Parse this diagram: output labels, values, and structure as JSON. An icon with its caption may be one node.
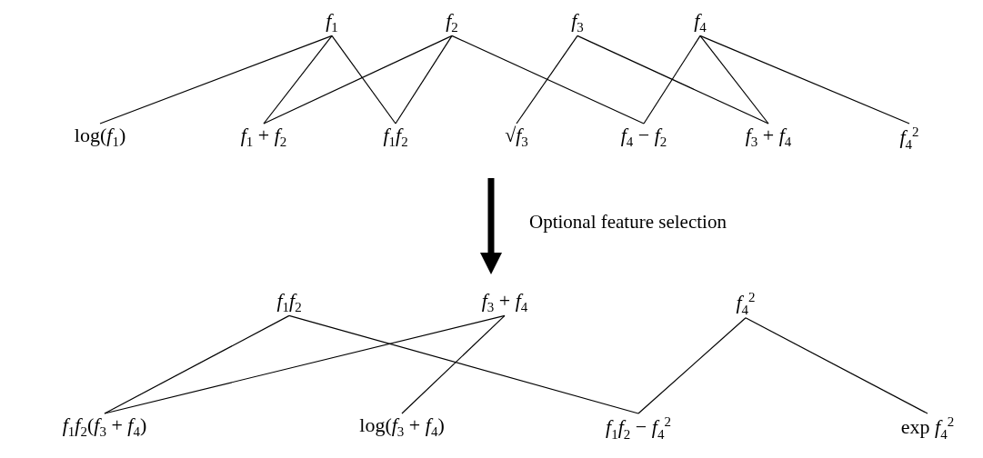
{
  "diagram": {
    "nodes": [
      {
        "text": [
          "*f*$_{1}$"
        ]
      },
      {
        "text": [
          "*f*$_{2}$"
        ]
      },
      {
        "text": [
          "*f*$_{3}$"
        ]
      },
      {
        "text": [
          "*f*$_{4}$"
        ]
      },
      {
        "text": [
          "log(*f*$_{1}$)"
        ]
      },
      {
        "text": [
          "*f*$_{1}$ + *f*$_{2}$"
        ]
      },
      {
        "text": [
          "*f*$_{1}$*f*$_{2}$"
        ]
      },
      {
        "text": [
          "√*f*$_{3}$"
        ]
      },
      {
        "text": [
          "*f*$_{4}$ − *f*$_{2}$"
        ]
      },
      {
        "text": [
          "*f*$_{3}$ + *f*$_{4}$"
        ]
      },
      {
        "text": [
          "*f*$_{4}$$^{2}$"
        ]
      },
      {
        "text": [
          "*f*$_{1}$*f*$_{2}$"
        ]
      },
      {
        "text": [
          "*f*$_{3}$ + *f*$_{4}$"
        ]
      },
      {
        "text": [
          "*f*$_{4}$$^{2}$"
        ]
      },
      {
        "text": [
          "*f*$_{1}$*f*$_{2}$(*f*$_{3}$ + *f*$_{4}$)"
        ]
      },
      {
        "text": [
          "log(*f*$_{3}$ + *f*$_{4}$)"
        ]
      },
      {
        "text": [
          "*f*$_{1}$*f*$_{2}$ − *f*$_{4}$$^{2}$"
        ]
      },
      {
        "text": [
          "exp *f*$_{4}$$^{2}$"
        ]
      }
    ],
    "edges": [
      {
        "from": 0,
        "to": 4,
        "arrow": "none"
      },
      {
        "from": 0,
        "to": 5,
        "arrow": "none"
      },
      {
        "from": 0,
        "to": 6,
        "arrow": "none"
      },
      {
        "from": 1,
        "to": 5,
        "arrow": "none"
      },
      {
        "from": 1,
        "to": 6,
        "arrow": "none"
      },
      {
        "from": 1,
        "to": 8,
        "arrow": "none"
      },
      {
        "from": 2,
        "to": 7,
        "arrow": "none"
      },
      {
        "from": 2,
        "to": 9,
        "arrow": "none"
      },
      {
        "from": 3,
        "to": 8,
        "arrow": "none"
      },
      {
        "from": 3,
        "to": 9,
        "arrow": "none"
      },
      {
        "from": 3,
        "to": 10,
        "arrow": "none"
      },
      {
        "from": 11,
        "to": 14,
        "arrow": "none"
      },
      {
        "from": 11,
        "to": 16,
        "arrow": "none"
      },
      {
        "from": 12,
        "to": 14,
        "arrow": "none"
      },
      {
        "from": 12,
        "to": 15,
        "arrow": "none"
      },
      {
        "from": 13,
        "to": 16,
        "arrow": "none"
      },
      {
        "from": 13,
        "to": 17,
        "arrow": "none"
      }
    ],
    "labels": [
      "Optional feature selection"
    ]
  }
}
